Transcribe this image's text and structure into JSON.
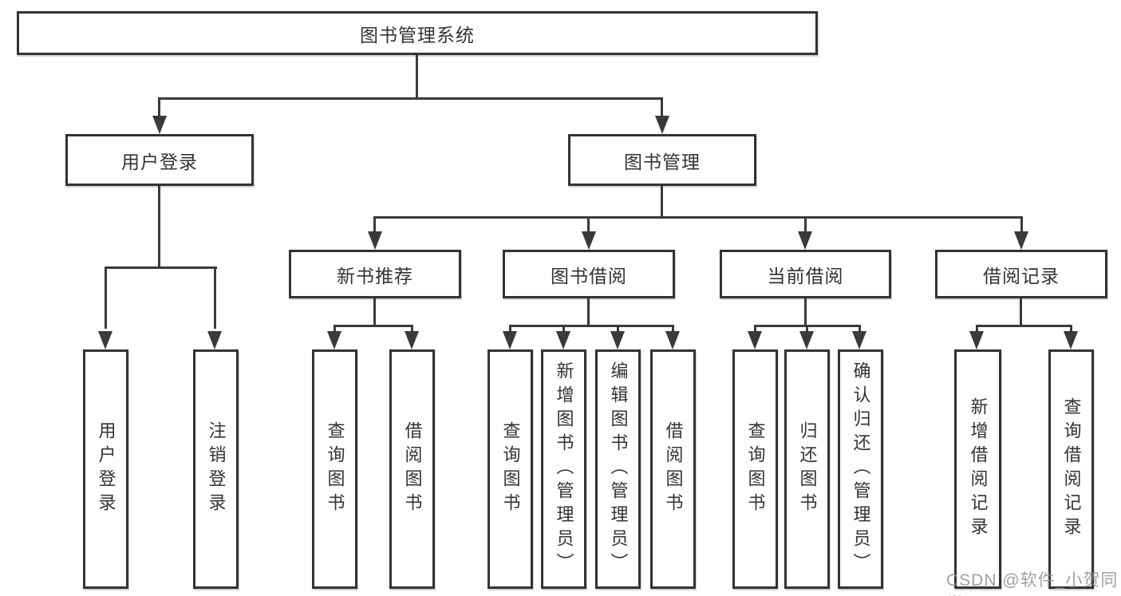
{
  "diagram": {
    "watermark": "CSDN @软件_小贺同学",
    "colors": {
      "box_border": "#333333",
      "connector_line": "#3a3a3a",
      "text": "#333333",
      "watermark_text": "#919191",
      "background": "#ffffff"
    },
    "tree": {
      "root": "图书管理系统",
      "children": [
        {
          "label": "用户登录",
          "children": [
            "用户登录",
            "注销登录"
          ]
        },
        {
          "label": "图书管理",
          "children": [
            {
              "label": "新书推荐",
              "children": [
                "查询图书",
                "借阅图书"
              ]
            },
            {
              "label": "图书借阅",
              "children": [
                "查询图书",
                "新增图书（管理员）",
                "编辑图书（管理员）",
                "借阅图书"
              ]
            },
            {
              "label": "当前借阅",
              "children": [
                "查询图书",
                "归还图书",
                "确认归还（管理员）"
              ]
            },
            {
              "label": "借阅记录",
              "children": [
                "新增借阅记录",
                "查询借阅记录"
              ]
            }
          ]
        }
      ]
    }
  }
}
